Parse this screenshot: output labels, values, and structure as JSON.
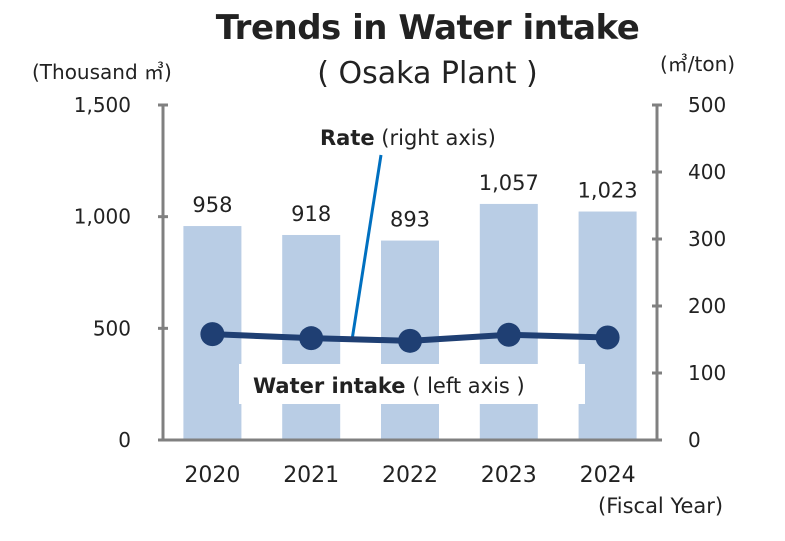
{
  "title": "Trends in Water intake",
  "subtitle": "( Osaka Plant )",
  "left_unit": "(Thousand ㎥)",
  "right_unit": "(㎥/ton)",
  "x_axis_note": "(Fiscal Year)",
  "colors": {
    "bar": "#b9cde5",
    "line": "#1f3f73",
    "axis": "#808080",
    "callout": "#0070c0"
  },
  "chart_data": {
    "type": "bar",
    "title": "Trends in Water intake",
    "subtitle": "( Osaka Plant )",
    "categories": [
      "2020",
      "2021",
      "2022",
      "2023",
      "2024"
    ],
    "series": [
      {
        "name": "Water intake",
        "type": "bar",
        "axis": "left",
        "values": [
          958,
          918,
          893,
          1057,
          1023
        ],
        "labels": [
          "958",
          "918",
          "893",
          "1,057",
          "1,023"
        ],
        "annotation": {
          "bold": "Water intake",
          "normal": "( left axis )"
        }
      },
      {
        "name": "Rate",
        "type": "line",
        "axis": "right",
        "values": [
          158,
          152,
          148,
          157,
          153
        ],
        "annotation": {
          "bold": "Rate",
          "normal": "(right axis)"
        }
      }
    ],
    "ylim_left": [
      0,
      1500
    ],
    "yticks_left": [
      "0",
      "500",
      "1,000",
      "1,500"
    ],
    "ylim_right": [
      0,
      500
    ],
    "yticks_right": [
      "0",
      "100",
      "200",
      "300",
      "400",
      "500"
    ],
    "ylabel_left": "(Thousand ㎥)",
    "ylabel_right": "(㎥/ton)",
    "xlabel": "(Fiscal Year)",
    "grid": false
  }
}
